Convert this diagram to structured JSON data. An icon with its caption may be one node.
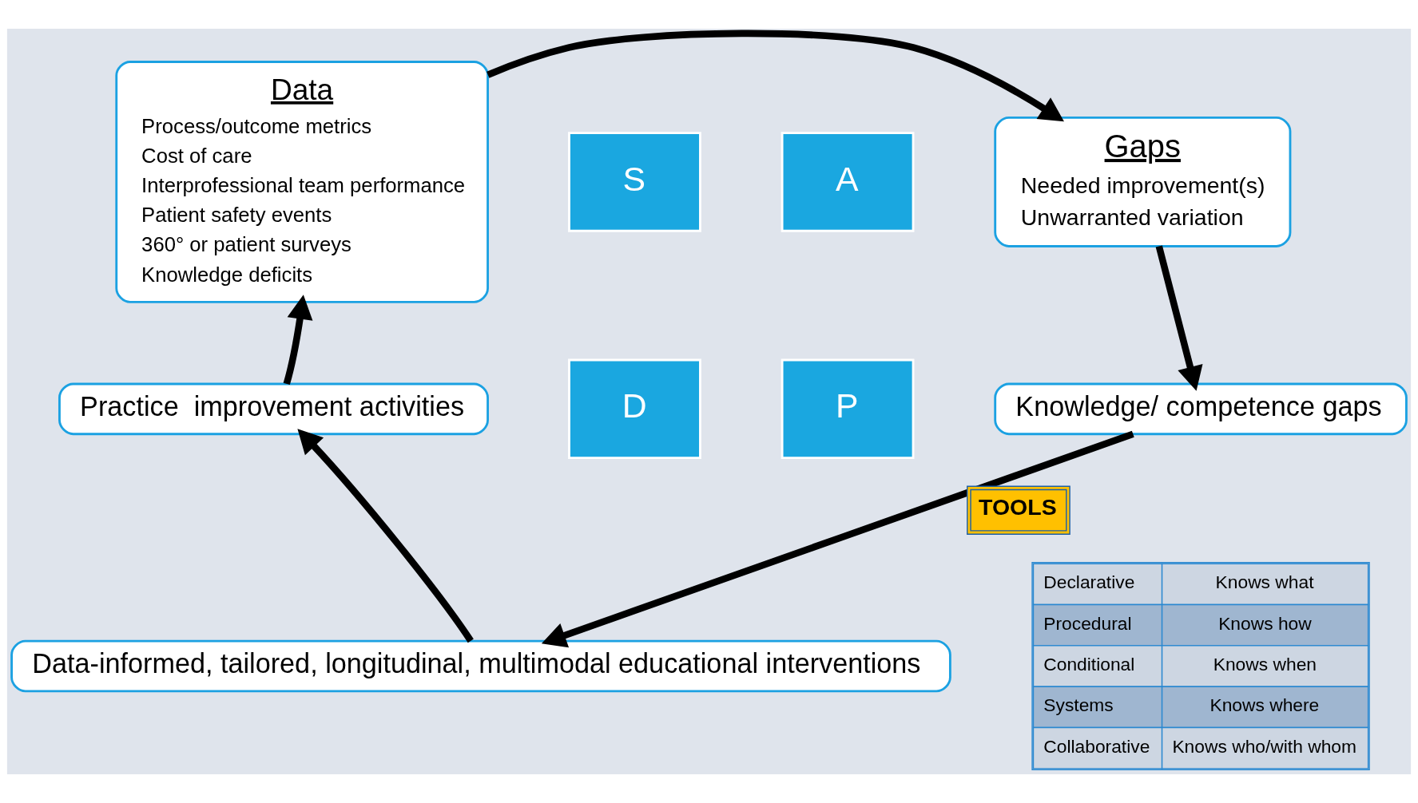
{
  "diagram": {
    "nodes": [
      {
        "text": [
          "Data",
          "Process/outcome metrics",
          "Cost of care",
          "Interprofessional team performance",
          "Patient safety events",
          "360° or patient surveys",
          "Knowledge deficits"
        ]
      },
      {
        "text": [
          "Gaps",
          "Needed improvement(s)",
          "Unwarranted variation"
        ]
      },
      {
        "text": [
          "Knowledge/ competence gaps"
        ]
      },
      {
        "text": [
          "Data-informed, tailored, longitudinal, multimodal educational interventions"
        ]
      },
      {
        "text": [
          "Practice  improvement activities"
        ]
      },
      {
        "text": [
          "S"
        ]
      },
      {
        "text": [
          "A"
        ]
      },
      {
        "text": [
          "D"
        ]
      },
      {
        "text": [
          "P"
        ]
      }
    ],
    "edges": [
      {
        "from": 0,
        "to": 1,
        "arrow": "to"
      },
      {
        "from": 1,
        "to": 2,
        "arrow": "to"
      },
      {
        "from": 2,
        "to": 3,
        "arrow": "to",
        "label": "TOOLS"
      },
      {
        "from": 3,
        "to": 4,
        "arrow": "to"
      },
      {
        "from": 4,
        "to": 0,
        "arrow": "to"
      }
    ],
    "labels": [
      "Declarative",
      "Knows what",
      "Procedural",
      "Knows how",
      "Conditional",
      "Knows when",
      "Systems",
      "Knows where",
      "Collaborative",
      "Knows who/with whom"
    ]
  }
}
